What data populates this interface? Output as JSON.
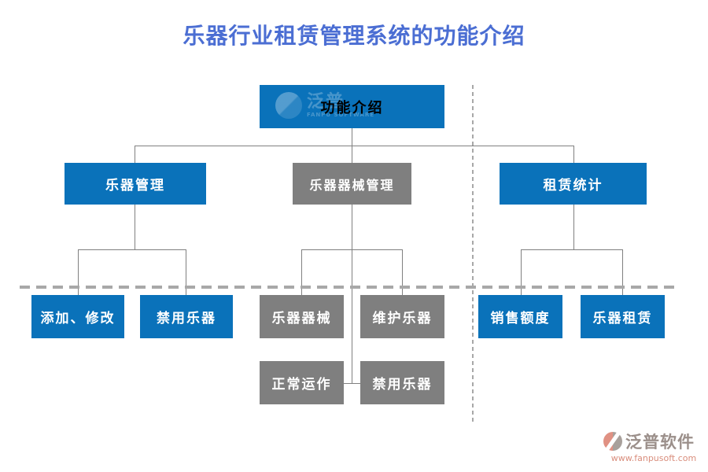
{
  "title": "乐器行业租赁管理系统的功能介绍",
  "colors": {
    "node_blue": "#0a72ba",
    "node_gray": "#7f7f7f",
    "connector": "#808080",
    "dashed_divider": "#a8a8a8",
    "title_text": "#4b6ed3",
    "footer_brand_text": "#9b8f8a",
    "footer_url_text": "#d98d7c"
  },
  "diagram": {
    "root": {
      "label": "功能介绍",
      "variant": "blue"
    },
    "level1": [
      {
        "label": "乐器管理",
        "variant": "blue"
      },
      {
        "label": "乐器器械管理",
        "variant": "gray"
      },
      {
        "label": "租赁统计",
        "variant": "blue"
      }
    ],
    "level2": [
      {
        "label": "添加、修改",
        "variant": "blue",
        "parent": "乐器管理"
      },
      {
        "label": "禁用乐器",
        "variant": "blue",
        "parent": "乐器管理"
      },
      {
        "label": "乐器器械",
        "variant": "gray",
        "parent": "乐器器械管理"
      },
      {
        "label": "维护乐器",
        "variant": "gray",
        "parent": "乐器器械管理"
      },
      {
        "label": "销售额度",
        "variant": "blue",
        "parent": "租赁统计"
      },
      {
        "label": "乐器租赁",
        "variant": "blue",
        "parent": "租赁统计"
      }
    ],
    "level3": [
      {
        "label": "正常运作",
        "variant": "gray",
        "parent": "乐器器械管理"
      },
      {
        "label": "禁用乐器",
        "variant": "gray",
        "parent": "乐器器械管理"
      }
    ]
  },
  "watermark": {
    "brand": "泛普",
    "subtitle": "FANPU SOFTWARE"
  },
  "footer": {
    "brand": "泛普软件",
    "url": "www.fanpusoft.com"
  }
}
